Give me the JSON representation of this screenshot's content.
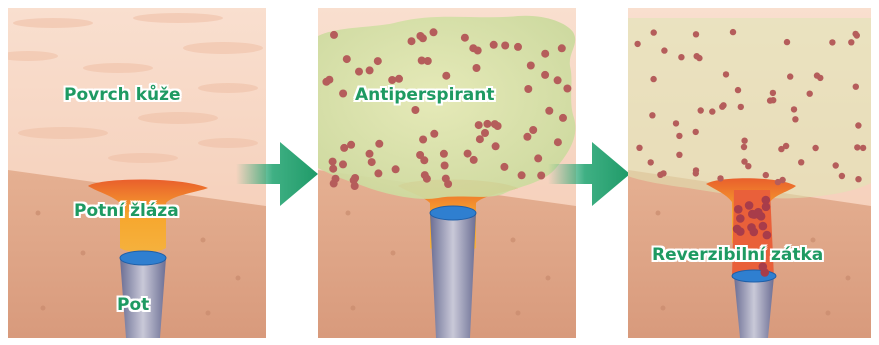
{
  "labels": {
    "skin_surface": "Povrch kůže",
    "sweat_gland": "Potní žláza",
    "sweat": "Pot",
    "antiperspirant": "Antiperspirant",
    "reversible_plug": "Reverzibilní zátka"
  },
  "colors": {
    "label_text": "#1e9a62",
    "label_outline": "#ffffff",
    "arrow": "#2aa776",
    "skin_surface": "#f6d2bc",
    "skin_tissue": "#e2a88a",
    "gland": "#f39a22",
    "duct": "#7b7ea1",
    "sweat_drop": "#2f7fd0",
    "antiperspirant_gel": "#d7e2a9",
    "particle": "#b55d5b"
  }
}
